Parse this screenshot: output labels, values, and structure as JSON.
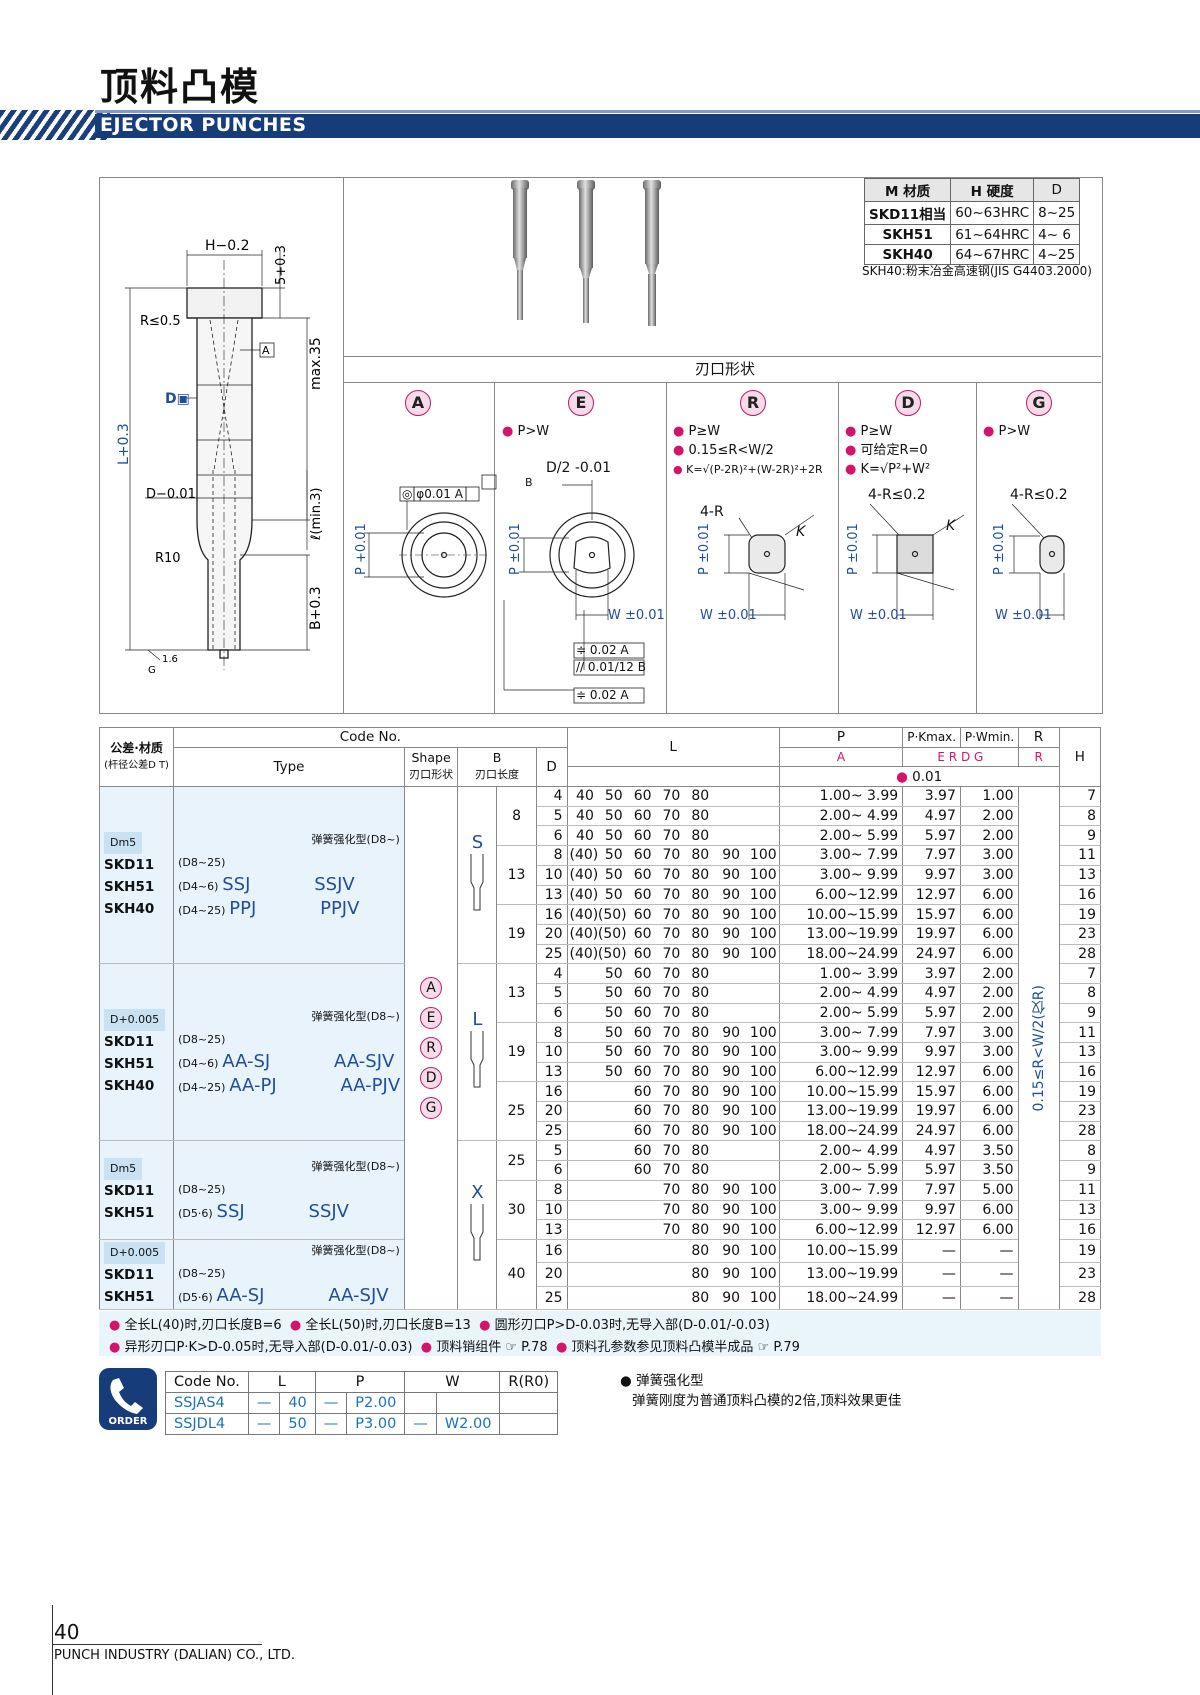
{
  "header": {
    "title": "顶料凸模",
    "subtitle": "EJECTOR PUNCHES"
  },
  "material_table": {
    "headers": [
      "M 材质",
      "H 硬度",
      "D"
    ],
    "rows": [
      [
        "SKD11相当",
        "60~63HRC",
        "8~25"
      ],
      [
        "SKH51",
        "61~64HRC",
        "4~ 6"
      ],
      [
        "SKH40",
        "64~67HRC",
        "4~25"
      ]
    ],
    "note": "SKH40:粉末冶金高速钢(JIS G4403.2000)"
  },
  "drawing": {
    "labels": [
      "H-0.2",
      "5+0.3",
      "R≤0.5",
      "A",
      "max.35",
      "DT",
      "L+0.3",
      "D-0.01/-0.03",
      "ℓ(min.3)",
      "R10",
      "B+0.3",
      "1.6",
      "G"
    ]
  },
  "shapes": {
    "title": "刃口形状",
    "items": [
      {
        "letter": "A",
        "conds": [],
        "labels": [
          "◎ φ0.01 A",
          "P +0.01"
        ]
      },
      {
        "letter": "E",
        "conds": [
          "P>W"
        ],
        "labels": [
          "D/2 -0.01",
          "B",
          "P ±0.01",
          "W ±0.01",
          "≑ 0.02 A",
          "// 0.01/12 B",
          "≑ 0.02 A"
        ]
      },
      {
        "letter": "R",
        "conds": [
          "P≥W",
          "0.15≤R<W/2",
          "K=√(P-2R)²+(W-2R)²+2R"
        ],
        "labels": [
          "4-R",
          "K",
          "P ±0.01",
          "W ±0.01"
        ]
      },
      {
        "letter": "D",
        "conds": [
          "P≥W",
          "可给定R=0",
          "K=√P²+W²"
        ],
        "labels": [
          "4-R≤0.2",
          "K",
          "P ±0.01",
          "W ±0.01"
        ]
      },
      {
        "letter": "G",
        "conds": [
          "P>W"
        ],
        "labels": [
          "4-R≤0.2",
          "P ±0.01",
          "W ±0.01"
        ]
      }
    ]
  },
  "table": {
    "h": {
      "tol": "公差·材质",
      "tol2": "(杆径公差D T)",
      "code": "Code No.",
      "type": "Type",
      "shape": "Shape",
      "shape2": "刃口形状",
      "b": "B",
      "b2": "刃口长度",
      "d": "D",
      "l": "L",
      "p": "P",
      "pk": "P·Kmax.",
      "pw": "P·Wmin.",
      "r": "R",
      "hh": "H",
      "pa": "A",
      "pedg": "E R D G",
      "rr": "R",
      "inc": "0.01"
    },
    "groups": {
      "g1": {
        "tol": "Dm5",
        "mats": [
          "SKD11",
          "SKH51",
          "",
          "SKH40"
        ],
        "r1": "(D8~25)",
        "r2": "(D4~6)",
        "r3": "(D4~25)",
        "t1": "SSJ",
        "t2": "PPJ",
        "s1": "SSJV",
        "s2": "PPJV",
        "spring": "弹簧强化型(D8~)"
      },
      "g2": {
        "tol": "D+0.005",
        "mats": [
          "SKD11",
          "SKH51",
          "SKH40"
        ],
        "r1": "(D8~25)",
        "r2": "(D4~6)",
        "r3": "(D4~25)",
        "t1": "AA-SJ",
        "t2": "AA-PJ",
        "s1": "AA-SJV",
        "s2": "AA-PJV",
        "spring": "弹簧强化型(D8~)"
      },
      "g3": {
        "tol": "Dm5",
        "mats": [
          "SKD11",
          "SKH51"
        ],
        "r1": "(D8~25)",
        "r2": "(D5·6)",
        "t1": "SSJ",
        "s1": "SSJV",
        "spring": "弹簧强化型(D8~)"
      },
      "g4": {
        "tol": "D+0.005",
        "mats": [
          "SKD11",
          "SKH51"
        ],
        "r1": "(D8~25)",
        "r2": "(D5·6)",
        "t1": "AA-SJ",
        "s1": "AA-SJV",
        "spring": "弹簧强化型(D8~)"
      }
    },
    "shape_letters": [
      "A",
      "E",
      "R",
      "D",
      "G"
    ],
    "b_sections": [
      "S",
      "L",
      "X"
    ],
    "r_vertical": "0.15≤R<W/2(仅R)",
    "rows": [
      {
        "b": "8",
        "d": "4",
        "l": [
          "40",
          "50",
          "60",
          "70",
          "80"
        ],
        "p": "1.00~ 3.99",
        "pk": "3.97",
        "pw": "1.00",
        "h": "7"
      },
      {
        "b": "",
        "d": "5",
        "l": [
          "40",
          "50",
          "60",
          "70",
          "80"
        ],
        "p": "2.00~ 4.99",
        "pk": "4.97",
        "pw": "2.00",
        "h": "8"
      },
      {
        "b": "",
        "d": "6",
        "l": [
          "40",
          "50",
          "60",
          "70",
          "80"
        ],
        "p": "2.00~ 5.99",
        "pk": "5.97",
        "pw": "2.00",
        "h": "9"
      },
      {
        "b": "13",
        "d": "8",
        "l": [
          "(40)",
          "50",
          "60",
          "70",
          "80",
          "90",
          "100"
        ],
        "p": "3.00~ 7.99",
        "pk": "7.97",
        "pw": "3.00",
        "h": "11"
      },
      {
        "b": "",
        "d": "10",
        "l": [
          "(40)",
          "50",
          "60",
          "70",
          "80",
          "90",
          "100"
        ],
        "p": "3.00~ 9.99",
        "pk": "9.97",
        "pw": "3.00",
        "h": "13"
      },
      {
        "b": "",
        "d": "13",
        "l": [
          "(40)",
          "50",
          "60",
          "70",
          "80",
          "90",
          "100"
        ],
        "p": "6.00~12.99",
        "pk": "12.97",
        "pw": "6.00",
        "h": "16"
      },
      {
        "b": "19",
        "d": "16",
        "l": [
          "(40)",
          "(50)",
          "60",
          "70",
          "80",
          "90",
          "100"
        ],
        "p": "10.00~15.99",
        "pk": "15.97",
        "pw": "6.00",
        "h": "19"
      },
      {
        "b": "",
        "d": "20",
        "l": [
          "(40)",
          "(50)",
          "60",
          "70",
          "80",
          "90",
          "100"
        ],
        "p": "13.00~19.99",
        "pk": "19.97",
        "pw": "6.00",
        "h": "23"
      },
      {
        "b": "",
        "d": "25",
        "l": [
          "(40)",
          "(50)",
          "60",
          "70",
          "80",
          "90",
          "100"
        ],
        "p": "18.00~24.99",
        "pk": "24.97",
        "pw": "6.00",
        "h": "28"
      },
      {
        "b": "13",
        "d": "4",
        "l": [
          "",
          "50",
          "60",
          "70",
          "80"
        ],
        "p": "1.00~ 3.99",
        "pk": "3.97",
        "pw": "2.00",
        "h": "7"
      },
      {
        "b": "",
        "d": "5",
        "l": [
          "",
          "50",
          "60",
          "70",
          "80"
        ],
        "p": "2.00~ 4.99",
        "pk": "4.97",
        "pw": "2.00",
        "h": "8"
      },
      {
        "b": "",
        "d": "6",
        "l": [
          "",
          "50",
          "60",
          "70",
          "80"
        ],
        "p": "2.00~ 5.99",
        "pk": "5.97",
        "pw": "2.00",
        "h": "9"
      },
      {
        "b": "19",
        "d": "8",
        "l": [
          "",
          "50",
          "60",
          "70",
          "80",
          "90",
          "100"
        ],
        "p": "3.00~ 7.99",
        "pk": "7.97",
        "pw": "3.00",
        "h": "11"
      },
      {
        "b": "",
        "d": "10",
        "l": [
          "",
          "50",
          "60",
          "70",
          "80",
          "90",
          "100"
        ],
        "p": "3.00~ 9.99",
        "pk": "9.97",
        "pw": "3.00",
        "h": "13"
      },
      {
        "b": "",
        "d": "13",
        "l": [
          "",
          "50",
          "60",
          "70",
          "80",
          "90",
          "100"
        ],
        "p": "6.00~12.99",
        "pk": "12.97",
        "pw": "6.00",
        "h": "16"
      },
      {
        "b": "25",
        "d": "16",
        "l": [
          "",
          "",
          "60",
          "70",
          "80",
          "90",
          "100"
        ],
        "p": "10.00~15.99",
        "pk": "15.97",
        "pw": "6.00",
        "h": "19"
      },
      {
        "b": "",
        "d": "20",
        "l": [
          "",
          "",
          "60",
          "70",
          "80",
          "90",
          "100"
        ],
        "p": "13.00~19.99",
        "pk": "19.97",
        "pw": "6.00",
        "h": "23"
      },
      {
        "b": "",
        "d": "25",
        "l": [
          "",
          "",
          "60",
          "70",
          "80",
          "90",
          "100"
        ],
        "p": "18.00~24.99",
        "pk": "24.97",
        "pw": "6.00",
        "h": "28"
      },
      {
        "b": "25",
        "d": "5",
        "l": [
          "",
          "",
          "60",
          "70",
          "80"
        ],
        "p": "2.00~ 4.99",
        "pk": "4.97",
        "pw": "3.50",
        "h": "8"
      },
      {
        "b": "",
        "d": "6",
        "l": [
          "",
          "",
          "60",
          "70",
          "80"
        ],
        "p": "2.00~ 5.99",
        "pk": "5.97",
        "pw": "3.50",
        "h": "9"
      },
      {
        "b": "30",
        "d": "8",
        "l": [
          "",
          "",
          "",
          "70",
          "80",
          "90",
          "100"
        ],
        "p": "3.00~ 7.99",
        "pk": "7.97",
        "pw": "5.00",
        "h": "11"
      },
      {
        "b": "",
        "d": "10",
        "l": [
          "",
          "",
          "",
          "70",
          "80",
          "90",
          "100"
        ],
        "p": "3.00~ 9.99",
        "pk": "9.97",
        "pw": "6.00",
        "h": "13"
      },
      {
        "b": "",
        "d": "13",
        "l": [
          "",
          "",
          "",
          "70",
          "80",
          "90",
          "100"
        ],
        "p": "6.00~12.99",
        "pk": "12.97",
        "pw": "6.00",
        "h": "16"
      },
      {
        "b": "40",
        "d": "16",
        "l": [
          "",
          "",
          "",
          "",
          "80",
          "90",
          "100"
        ],
        "p": "10.00~15.99",
        "pk": "—",
        "pw": "—",
        "h": "19"
      },
      {
        "b": "",
        "d": "20",
        "l": [
          "",
          "",
          "",
          "",
          "80",
          "90",
          "100"
        ],
        "p": "13.00~19.99",
        "pk": "—",
        "pw": "—",
        "h": "23"
      },
      {
        "b": "",
        "d": "25",
        "l": [
          "",
          "",
          "",
          "",
          "80",
          "90",
          "100"
        ],
        "p": "18.00~24.99",
        "pk": "—",
        "pw": "—",
        "h": "28"
      }
    ]
  },
  "notes": {
    "n1": "全长L(40)时,刃口长度B=6",
    "n2": "全长L(50)时,刃口长度B=13",
    "n3": "圆形刃口P>D-0.03时,无导入部(D-0.01/-0.03)",
    "n4": "异形刃口P·K>D-0.05时,无导入部(D-0.01/-0.03)",
    "n5": "顶料销组件",
    "n5p": "P.78",
    "n6": "顶料孔参数参见顶料凸模半成品",
    "n6p": "P.79"
  },
  "order": {
    "badge": "ORDER",
    "headers": [
      "Code No.",
      "L",
      "P",
      "W",
      "R(R0)"
    ],
    "rows": [
      [
        "SSJAS4",
        "—",
        "40",
        "—",
        "P2.00",
        "",
        ""
      ],
      [
        "SSJDL4",
        "—",
        "50",
        "—",
        "P3.00",
        "—",
        "W2.00"
      ]
    ],
    "spring_title": "弹簧强化型",
    "spring_desc": "弹簧刚度为普通顶料凸模的2倍,顶料效果更佳"
  },
  "footer": {
    "page": "40",
    "company": "PUNCH INDUSTRY (DALIAN) CO., LTD."
  }
}
